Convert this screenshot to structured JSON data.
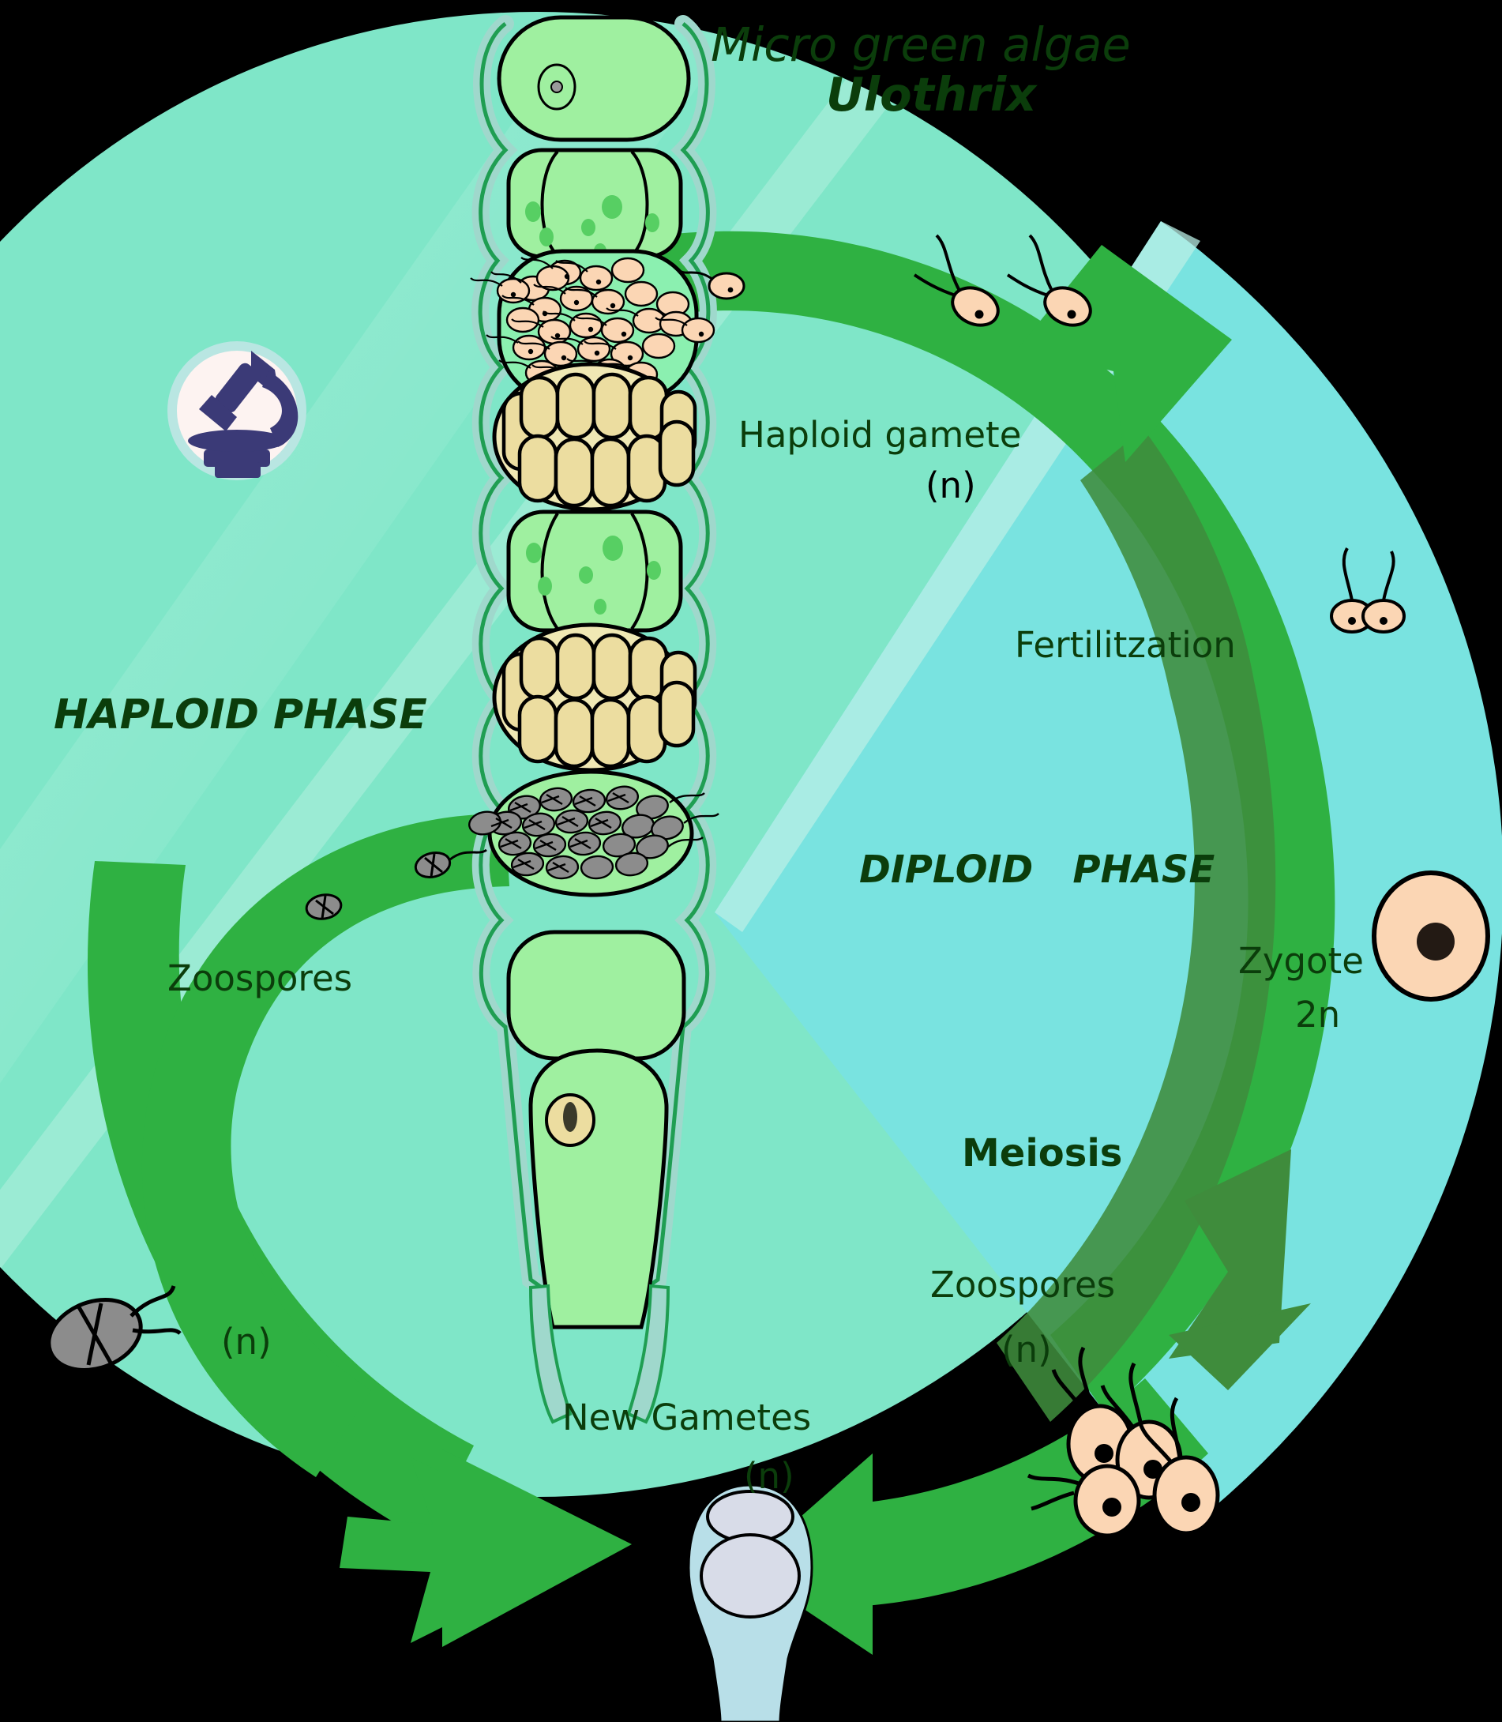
{
  "title": {
    "line1": "Micro green algae",
    "line2": "Ulothrix"
  },
  "colors": {
    "background": "#000000",
    "haploid_disc": "#7fe6c8",
    "diploid_wedge": "#79e3e0",
    "arrow_bright": "#2fb142",
    "arrow_dark": "#3f8c3c",
    "text_green": "#0b3d0b",
    "text_black": "#000000",
    "cell_green": "#9ff0a0",
    "cell_wall": "#9fd8cc",
    "gamete_peach": "#fbd6b4",
    "zoospore_grey": "#8c8c8c",
    "holdfast_blue": "#b8dfe8",
    "microscope_navy": "#3b3a77",
    "microscope_circle": "#fdf3f1",
    "microscope_ring": "#b9e6e2"
  },
  "labels": {
    "haploid_phase": "HAPLOID PHASE",
    "diploid_phase": "DIPLOID   PHASE",
    "haploid_gamete": "Haploid gamete",
    "haploid_gamete_n": "(n)",
    "fertilization": "Fertilitzation",
    "zygote": "Zygote",
    "zygote_2n": "2n",
    "meiosis": "Meiosis",
    "zoospores_right": "Zoospores",
    "zoospores_right_n": "(n)",
    "zoospores_left": "Zoospores",
    "zoospores_left_n": "(n)",
    "new_gametes": "New Gametes",
    "new_gametes_n": "(n)"
  },
  "icons": {
    "microscope": "microscope-icon"
  },
  "filament": {
    "cells": [
      {
        "name": "vegetative-cell-nucleus",
        "type": "plain-with-nucleus"
      },
      {
        "name": "dividing-cell",
        "type": "two-compartment"
      },
      {
        "name": "gametangium-releasing-gametes",
        "type": "gamete-packed"
      },
      {
        "name": "sporangium-pale",
        "type": "pale-ovals"
      },
      {
        "name": "dividing-cell-2",
        "type": "two-compartment"
      },
      {
        "name": "sporangium-pale-2",
        "type": "pale-ovals"
      },
      {
        "name": "zoosporangium-grey",
        "type": "zoospore-packed"
      },
      {
        "name": "empty-cell",
        "type": "plain"
      },
      {
        "name": "basal-cell-eyespot",
        "type": "basal-with-eyespot"
      }
    ]
  }
}
